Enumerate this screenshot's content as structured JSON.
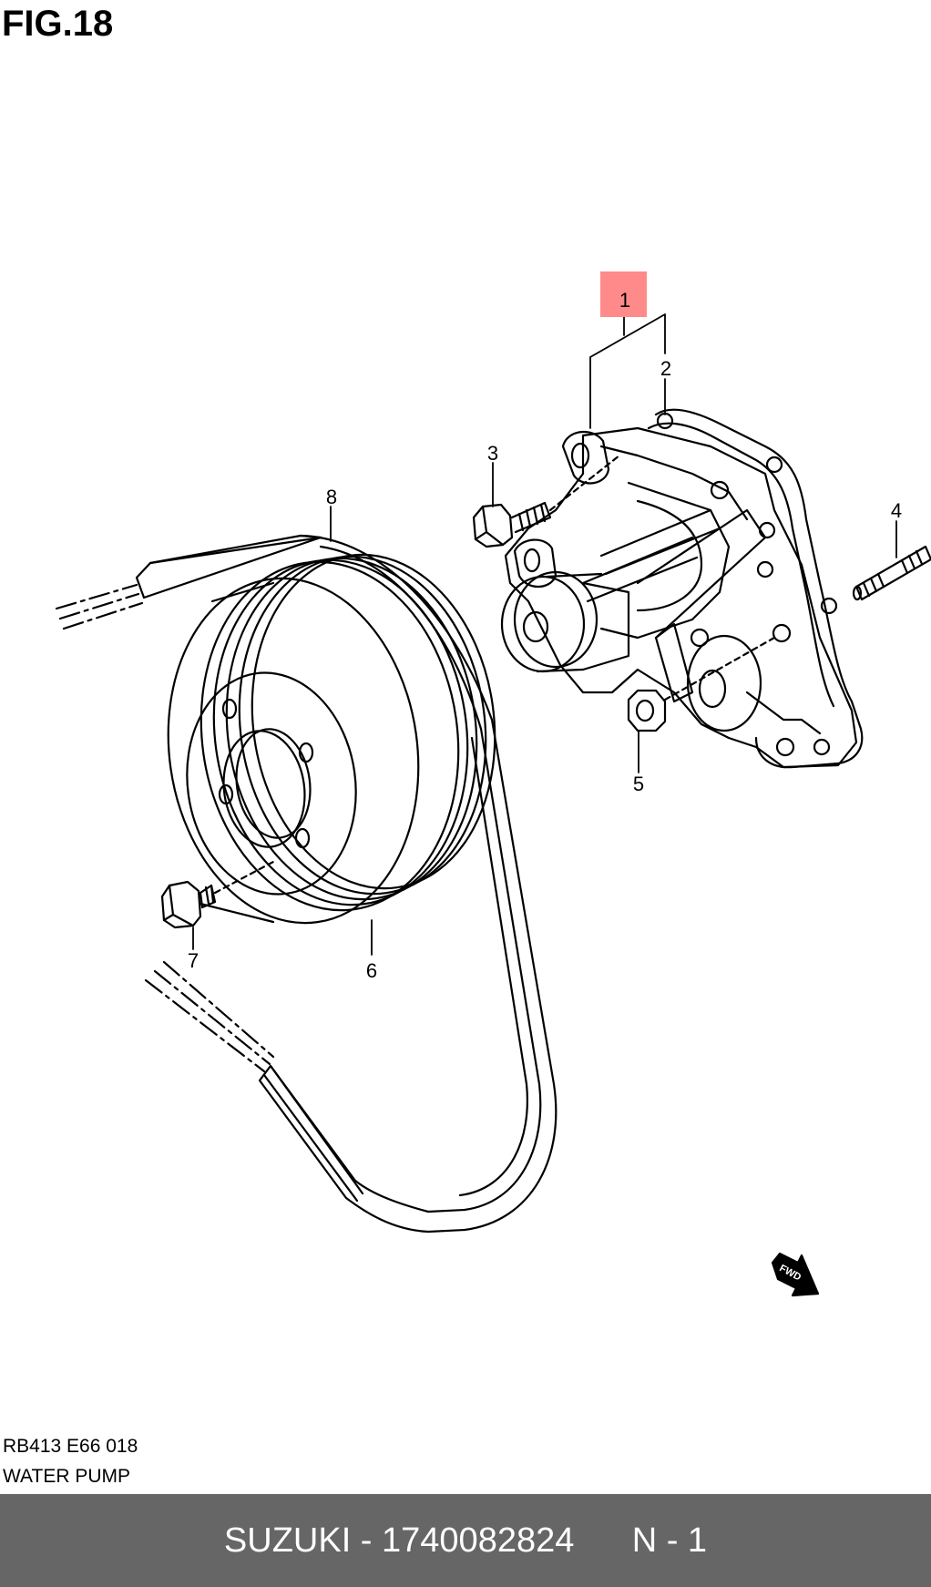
{
  "figure": {
    "title": "FIG.18"
  },
  "callouts": [
    {
      "number": "1",
      "highlighted": true
    },
    {
      "number": "2",
      "highlighted": false
    },
    {
      "number": "3",
      "highlighted": false
    },
    {
      "number": "4",
      "highlighted": false
    },
    {
      "number": "5",
      "highlighted": false
    },
    {
      "number": "6",
      "highlighted": false
    },
    {
      "number": "7",
      "highlighted": false
    },
    {
      "number": "8",
      "highlighted": false
    }
  ],
  "colors": {
    "highlight": "#ff8a8a",
    "footer_bg": "#666666",
    "line": "#000000"
  },
  "caption": {
    "code": "RB413 E66 018",
    "name": "WATER PUMP"
  },
  "fwd_marker": {
    "label": "FWD"
  },
  "footer": {
    "brand_part": "SUZUKI - 1740082824",
    "quantity": "N - 1"
  }
}
